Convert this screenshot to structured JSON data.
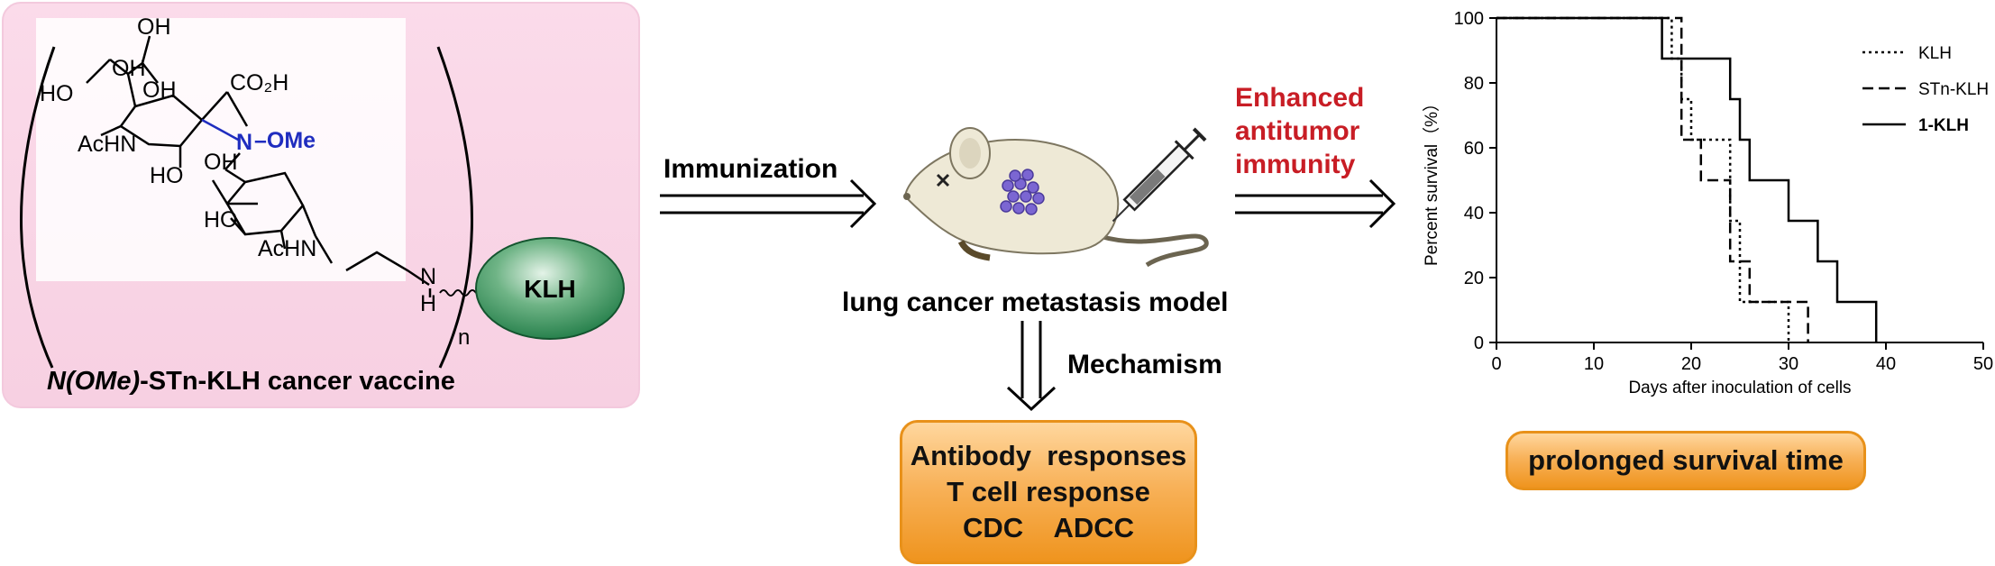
{
  "vaccine": {
    "caption_italic": "N(OMe)",
    "caption_rest": "-STn-KLH cancer vaccine",
    "carrier_label": "KLH",
    "repeat_subscript": "n",
    "atoms": {
      "oh1": "OH",
      "oh2": "OH",
      "oh3": "OH",
      "ho_left": "HO",
      "co2h": "CO₂H",
      "n_ome": "N",
      "ome": "–OMe",
      "achn1": "AcHN",
      "ho2": "HO",
      "oh4": "OH",
      "ho3": "HO",
      "achn2": "AcHN",
      "nh": "N",
      "nh_h": "H"
    },
    "colors": {
      "panel": "#fadbea",
      "methoxyamine": "#1f2dbf",
      "carrier": "#1e7a45"
    }
  },
  "steps": {
    "immunization": "Immunization",
    "enhanced_line1": "Enhanced",
    "enhanced_line2": "antitumor",
    "enhanced_line3": "immunity",
    "mechanism": "Mechamism",
    "enhanced_color": "#c81d25"
  },
  "model": {
    "label": "lung cancer metastasis model"
  },
  "mechanism_box": {
    "line1": "Antibody  responses",
    "line2": "T cell response",
    "line3": "CDC    ADCC"
  },
  "outcome": {
    "label": "prolonged survival time"
  },
  "chart_data": {
    "type": "line",
    "step": true,
    "xlabel": "Days after inoculation of cells",
    "ylabel": "Percent survival（%）",
    "xlim": [
      0,
      50
    ],
    "ylim": [
      0,
      100
    ],
    "xticks": [
      0,
      10,
      20,
      30,
      40,
      50
    ],
    "yticks": [
      0,
      20,
      40,
      60,
      80,
      100
    ],
    "grid": false,
    "legend_position": "top-right",
    "series": [
      {
        "name": "KLH",
        "style": "dotted",
        "x": [
          0,
          18,
          19,
          20,
          24,
          25,
          30
        ],
        "y": [
          100,
          87.5,
          75,
          62.5,
          37.5,
          12.5,
          0
        ]
      },
      {
        "name": "STn-KLH",
        "style": "dashed",
        "x": [
          0,
          19,
          21,
          24,
          26,
          27,
          32
        ],
        "y": [
          100,
          62.5,
          50,
          25,
          12.5,
          12.5,
          0
        ]
      },
      {
        "name": "1-KLH",
        "style": "solid",
        "x": [
          0,
          17,
          24,
          25,
          26,
          28,
          30,
          33,
          35,
          37,
          39
        ],
        "y": [
          100,
          87.5,
          75,
          62.5,
          50,
          50,
          37.5,
          25,
          12.5,
          12.5,
          0
        ]
      }
    ]
  }
}
